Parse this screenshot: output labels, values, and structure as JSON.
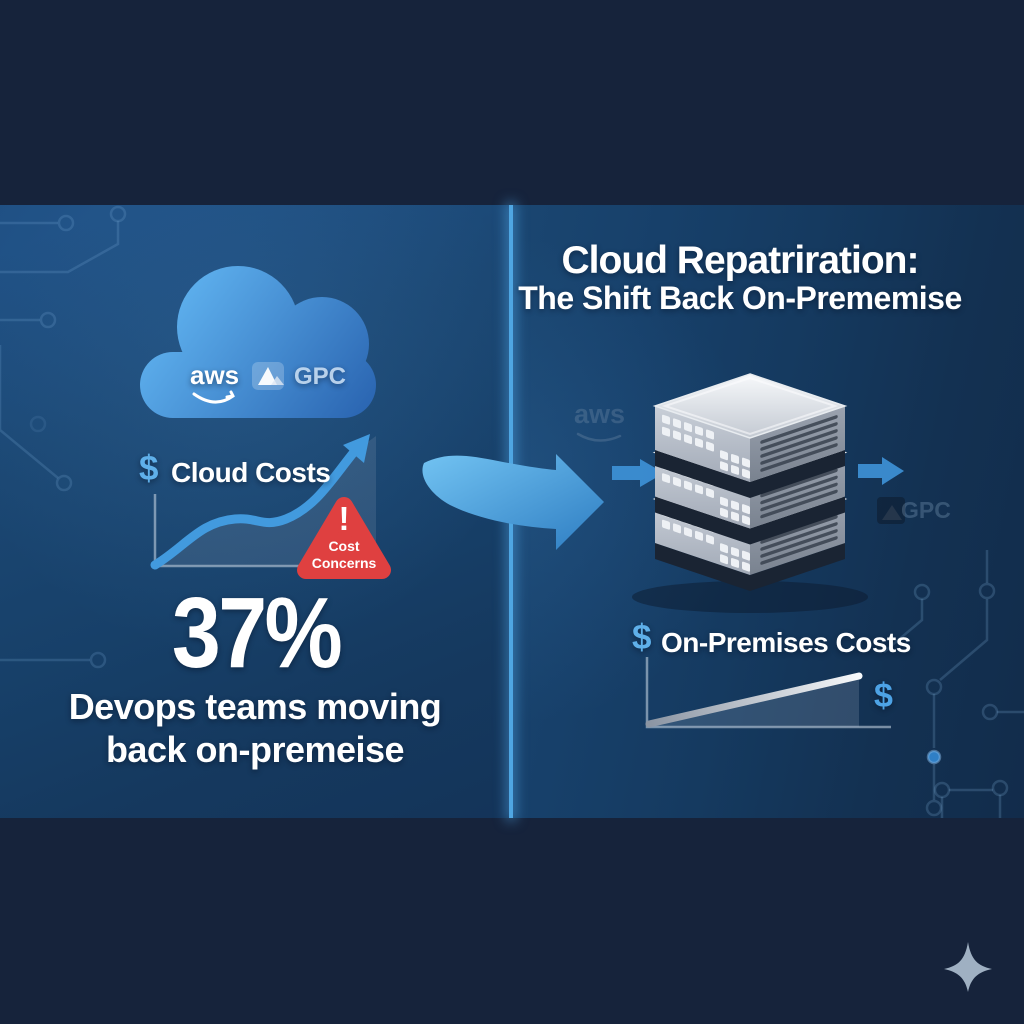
{
  "title": {
    "line1": "Cloud Repatriration:",
    "line2": "The Shift Back On-Prememise"
  },
  "cloud_panel": {
    "aws_logo": "aws",
    "gcp_logo": "GPC",
    "cloud_costs": {
      "dollar": "$",
      "label": "Cloud Costs"
    },
    "warning": {
      "mark": "!",
      "line1": "Cost",
      "line2": "Concerns"
    },
    "stat": {
      "value": "37%",
      "caption_line1": "Devops teams moving",
      "caption_line2": "back on-premeise"
    }
  },
  "onprem_panel": {
    "aws_watermark": "aws",
    "gcp_watermark": "GPC",
    "onprem_costs": {
      "dollar": "$",
      "label": "On-Premises Costs",
      "end_dollar": "$"
    }
  },
  "chart_data": [
    {
      "name": "cloud-costs-trend",
      "type": "line",
      "title": "Cloud Costs",
      "trend": "steep upward S-curve ending in arrow",
      "annotation": "Cost Concerns",
      "axis_labels": "none",
      "grid": false
    },
    {
      "name": "on-premises-costs-trend",
      "type": "line",
      "title": "On-Premises Costs",
      "trend": "gentle upward straight slope",
      "annotation": "$",
      "axis_labels": "none",
      "grid": false
    }
  ],
  "colors": {
    "band_navy": "#16233b",
    "left_panel_blue": "#1b4773",
    "right_panel_blue": "#153a60",
    "divider_blue": "#4fa6e2",
    "accent_blue": "#429ade",
    "cloud_blue_light": "#5ab2f0",
    "cloud_blue_dark": "#2b66b2",
    "warning_red": "#df4040",
    "server_gray": "#b9bfc9",
    "sparkle_gray": "#9fb0c2",
    "text_white": "#ffffff"
  }
}
